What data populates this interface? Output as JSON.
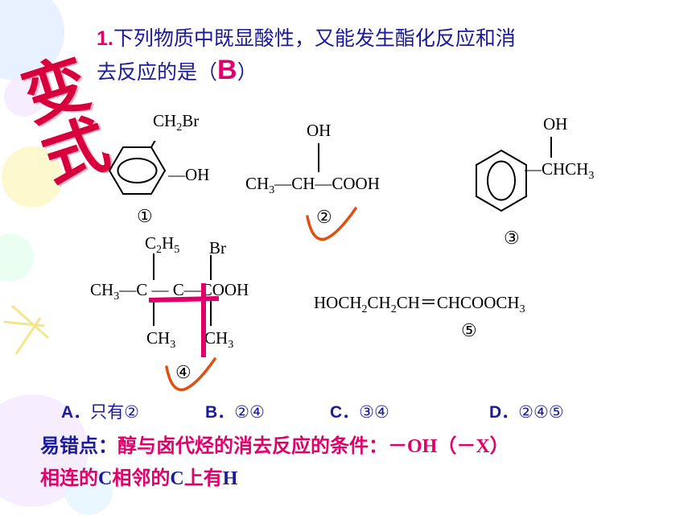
{
  "side_title": "变式",
  "question": {
    "number": "1.",
    "line1": "下列物质中既显酸性，又能发生酯化反应和消",
    "line2_prefix": "去反应的是（",
    "answer": "B",
    "line2_suffix": "）"
  },
  "compounds": {
    "c1": {
      "sub_top": "CH",
      "sub_n": "2",
      "sub_rest": "Br",
      "oh": "—OH",
      "label": "①"
    },
    "c2": {
      "oh": "OH",
      "ch3": "CH",
      "n3": "3",
      "main": "—CH—COOH",
      "label": "②"
    },
    "c3": {
      "oh": "OH",
      "side": "—CHCH",
      "n3": "3",
      "label": "③"
    },
    "c4": {
      "top_c": "C",
      "top_n": "2",
      "top_h": "H",
      "top_n2": "5",
      "br": "Br",
      "left": "CH",
      "left_n": "3",
      "left_rest": "—C — C—COOH",
      "bot1": "CH",
      "bot1_n": "3",
      "bot2": "CH",
      "bot2_n": "3",
      "label": "④"
    },
    "c5": {
      "formula_a": "HOCH",
      "n1": "2",
      "formula_b": "CH",
      "n2": "2",
      "formula_c": "CH＝CHCOOCH",
      "n3": "3",
      "label": "⑤"
    }
  },
  "options": [
    {
      "letter": "A．",
      "value": "只有②"
    },
    {
      "letter": "B．",
      "value": "②④"
    },
    {
      "letter": "C．",
      "value": "③④"
    },
    {
      "letter": "D．",
      "value": "②④⑤"
    }
  ],
  "error_note": {
    "label": "易错点：",
    "text1": "醇与卤代烃的消去反应的条件：－OH（－X）",
    "text2_a": "相连的",
    "text2_b": "C",
    "text2_c": "相邻的",
    "text2_d": "C",
    "text2_e": "上有",
    "text2_f": "H"
  },
  "colors": {
    "question": "#1a1a9a",
    "accent": "#e0006a",
    "side": "#d8003c"
  }
}
